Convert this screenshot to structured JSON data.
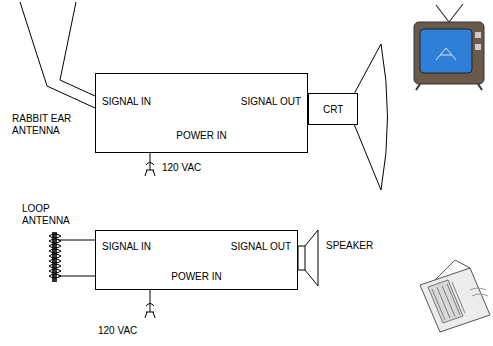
{
  "diagram": {
    "nodes": [
      {
        "text": [
          "SIGNAL IN",
          "SIGNAL OUT",
          "POWER IN"
        ]
      },
      {
        "text": [
          "CRT"
        ]
      },
      {
        "text": [
          "SIGNAL IN",
          "SIGNAL OUT",
          "POWER IN"
        ]
      }
    ],
    "labels": [
      "RABBIT EAR ANTENNA",
      "120 VAC",
      "LOOP ANTENNA",
      "SPEAKER",
      "120 VAC"
    ]
  }
}
